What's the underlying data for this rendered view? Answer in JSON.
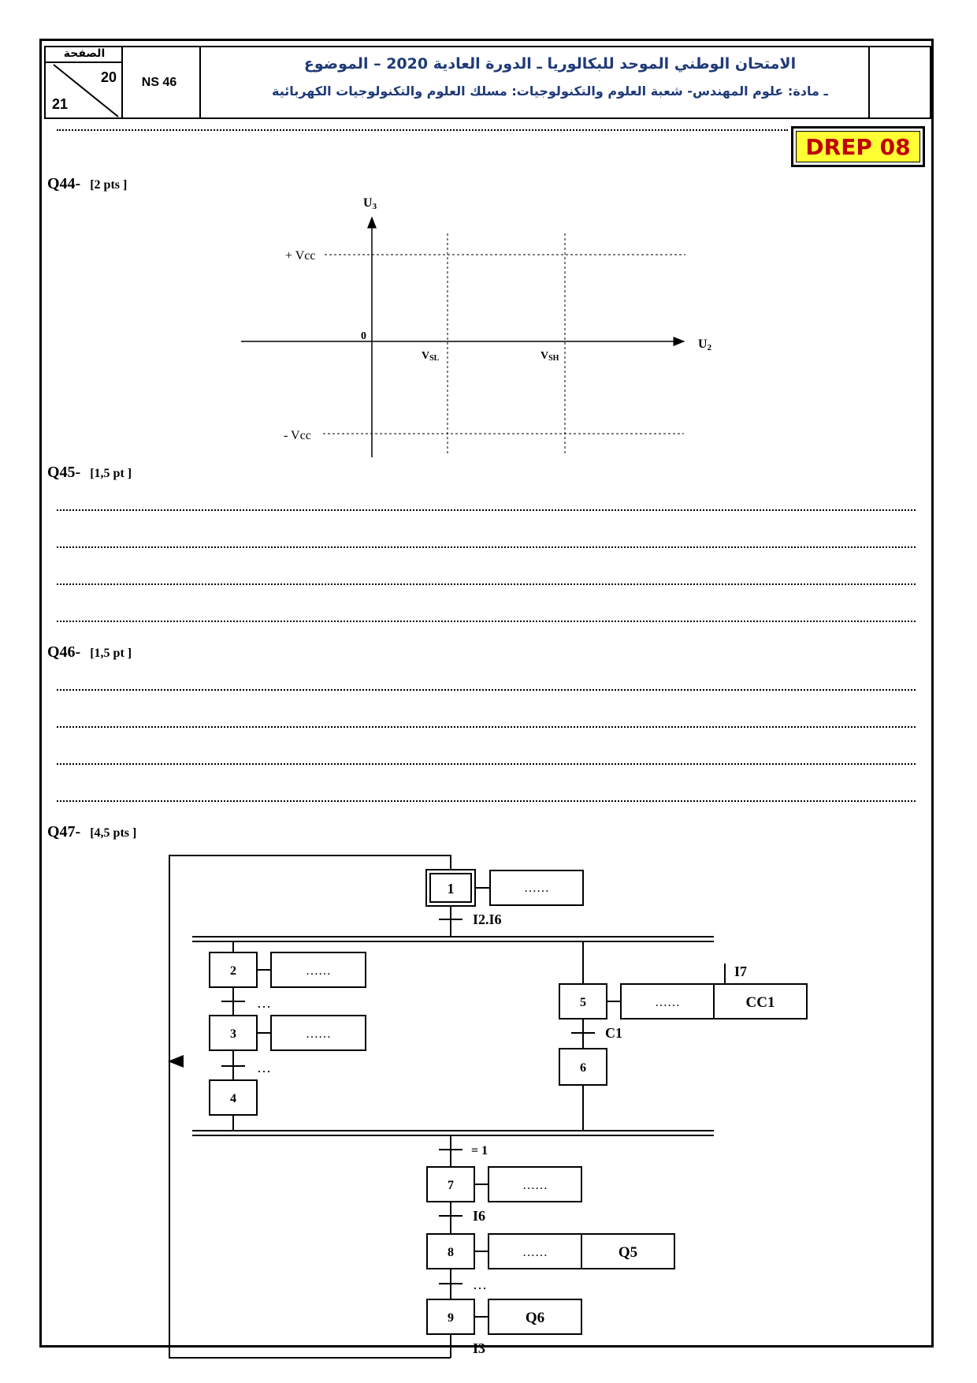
{
  "header": {
    "page_label": "الصفحة",
    "page_current": "20",
    "page_total": "21",
    "code": "NS 46",
    "title": "الامتحان الوطني الموحد للبكالوريا ـ الدورة العادية 2020 – الموضوع",
    "subtitle": "ـ مادة: علوم المهندس- شعبة العلوم والتكنولوجيات: مسلك العلوم والتكنولوجيات الكهربائية"
  },
  "document_ref": "DREP 08",
  "questions": [
    {
      "label": "Q44-",
      "points": "[2 pts ]"
    },
    {
      "label": "Q45-",
      "points": "[1,5 pt ]"
    },
    {
      "label": "Q46-",
      "points": "[1,5 pt ]"
    },
    {
      "label": "Q47-",
      "points": "[4,5 pts ]"
    }
  ],
  "graph": {
    "y_axis": "U3",
    "x_axis": "U2",
    "origin": "0",
    "plus_vcc": "+ Vcc",
    "minus_vcc": "- Vcc",
    "vsl": "VSL",
    "vsh": "VSH"
  },
  "grafcet": {
    "steps": [
      "1",
      "2",
      "3",
      "4",
      "5",
      "6",
      "7",
      "8",
      "9"
    ],
    "actions": {
      "a1": "……",
      "a2": "……",
      "a3": "……",
      "a5a": "……",
      "a5b": "CC1",
      "a7": "……",
      "a8a": "……",
      "a8b": "Q5",
      "a9": "Q6"
    },
    "transitions": {
      "t1": "I2.I6",
      "t2": "…",
      "t3": "…",
      "t5": "C1",
      "tsync": "= 1",
      "t7": "I6",
      "t8": "…",
      "t9": "I3",
      "cc1_cond": "I7"
    }
  }
}
